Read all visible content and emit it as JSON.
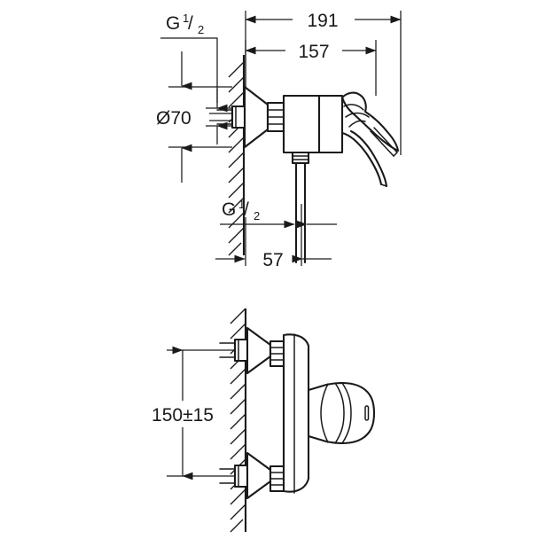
{
  "document": {
    "type": "technical-dimension-drawing",
    "subject": "wall-mounted single-lever shower mixer",
    "units": "mm",
    "line_color": "#1a1a1a",
    "background_color": "#ffffff"
  },
  "views": {
    "top": {
      "name": "side-elevation-view",
      "description": "Side elevation of shower mixer mounted on hatched wall, lever handle to the right, outlet pipe below"
    },
    "bottom": {
      "name": "front-elevation-view",
      "description": "Front elevation showing two inlet connections and centre distance"
    }
  },
  "dimensions": {
    "overall_depth": {
      "label": "191",
      "name": "dimension-191"
    },
    "body_depth": {
      "label": "157",
      "name": "dimension-157"
    },
    "escutcheon_diameter": {
      "label": "Ø70",
      "name": "dimension-diameter-70"
    },
    "outlet_offset": {
      "label": "57",
      "name": "dimension-57"
    },
    "centre_distance": {
      "label": "150±15",
      "name": "dimension-150-plus-minus-15"
    }
  },
  "thread_labels": {
    "inlet": {
      "letter": "G",
      "numerator": "1",
      "slash": "/",
      "denominator": "2",
      "name": "thread-label-inlet-g-half"
    },
    "outlet": {
      "letter": "G",
      "numerator": "1",
      "slash": "/",
      "denominator": "2",
      "name": "thread-label-outlet-g-half"
    }
  }
}
